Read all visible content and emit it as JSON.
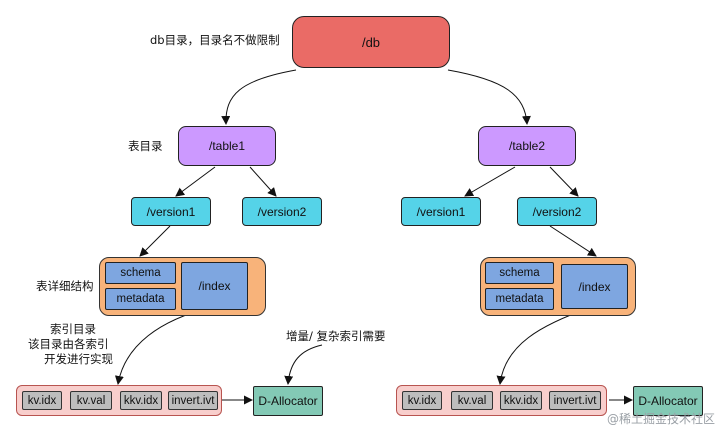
{
  "nodes": {
    "db": "/db",
    "table1": "/table1",
    "table2": "/table2",
    "t1_version1": "/version1",
    "t1_version2": "/version2",
    "t2_version1": "/version1",
    "t2_version2": "/version2",
    "left_schema": "schema",
    "left_metadata": "metadata",
    "left_index": "/index",
    "right_schema": "schema",
    "right_metadata": "metadata",
    "right_index": "/index",
    "left_files": [
      "kv.idx",
      "kv.val",
      "kkv.idx",
      "invert.ivt"
    ],
    "right_files": [
      "kv.idx",
      "kv.val",
      "kkv.idx",
      "invert.ivt"
    ],
    "left_allocator": "D-Allocator",
    "right_allocator": "D-Allocator"
  },
  "annotations": {
    "db_note": "db目录，目录名不做限制",
    "table_note": "表目录",
    "detail_note": "表详细结构",
    "index_note_lines": [
      "索引目录",
      "该目录由各索引",
      "开发进行实现"
    ],
    "alloc_note": "增量/ 复杂索引需要"
  },
  "watermark": "@稀土掘金技术社区"
}
